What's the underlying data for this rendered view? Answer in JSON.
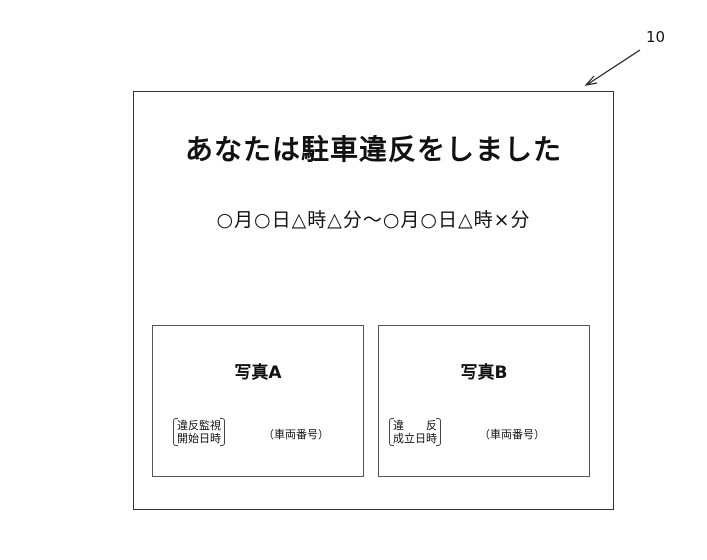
{
  "ref_number": "10",
  "screen": {
    "title": "あなたは駐車違反をしました",
    "datetime": "○月○日△時△分～○月○日△時×分"
  },
  "photos": [
    {
      "title": "写真A",
      "caption_line1": "違反監視",
      "caption_line2": "開始日時",
      "plate": "（車両番号）"
    },
    {
      "title": "写真B",
      "caption_line1": "違　　反",
      "caption_line2": "成立日時",
      "plate": "（車両番号）"
    }
  ]
}
